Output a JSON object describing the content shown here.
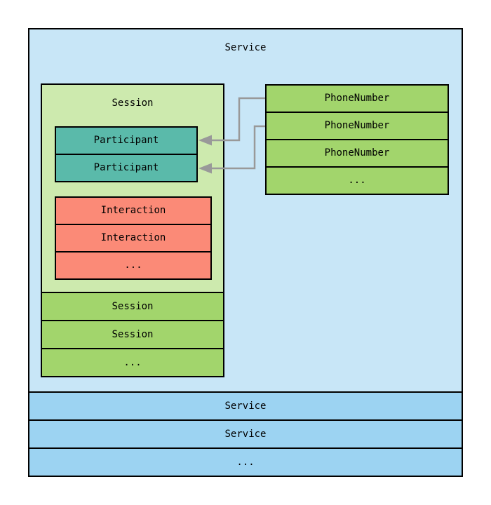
{
  "diagram": {
    "service": {
      "title": "Service",
      "collapsed_rows": [
        "Service",
        "Service",
        "..."
      ],
      "session": {
        "title": "Session",
        "participants": [
          "Participant",
          "Participant"
        ],
        "interactions": [
          "Interaction",
          "Interaction",
          "..."
        ],
        "collapsed_rows": [
          "Session",
          "Session",
          "..."
        ]
      },
      "phone_numbers": [
        "PhoneNumber",
        "PhoneNumber",
        "PhoneNumber",
        "..."
      ]
    },
    "arrows": [
      {
        "from": "PhoneNumber 1",
        "to": "Participant 1"
      },
      {
        "from": "PhoneNumber 2",
        "to": "Participant 2"
      }
    ],
    "colors": {
      "service_fill": "#C8E6F7",
      "service_row_fill": "#9CD3F2",
      "session_fill": "#CDEAAE",
      "green_row_fill": "#A2D56C",
      "participant_fill": "#5ABAAA",
      "interaction_fill": "#FB8A77",
      "border": "#000000",
      "arrow": "#999999"
    }
  }
}
